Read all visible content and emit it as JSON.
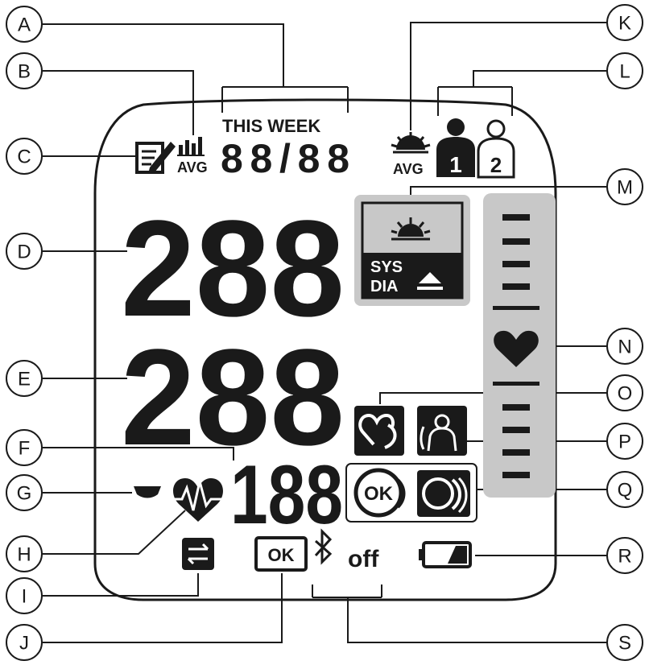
{
  "callouts": {
    "a": "A",
    "b": "B",
    "c": "C",
    "d": "D",
    "e": "E",
    "f": "F",
    "g": "G",
    "h": "H",
    "i": "I",
    "j": "J",
    "k": "K",
    "l": "L",
    "m": "M",
    "n": "N",
    "o": "O",
    "p": "P",
    "q": "Q",
    "r": "R",
    "s": "S"
  },
  "display": {
    "this_week": "THIS WEEK",
    "avg_left": "AVG",
    "avg_right": "AVG",
    "week_digits": "88/88",
    "user_1": "1",
    "user_2": "2",
    "sys": "SYS",
    "dia": "DIA",
    "ok_badge": "OK",
    "ok_circle": "OK",
    "bluetooth_off": "off",
    "systolic_digits": "288",
    "diastolic_digits": "288",
    "pulse_digits": "188"
  },
  "icons": {
    "memo": "memo-pencil-icon",
    "bar_avg": "bar-chart-avg-icon",
    "morning": "sunrise-icon",
    "user1": "user-1-icon",
    "user2": "user-2-icon",
    "heart": "heart-icon",
    "irregular": "irregular-heartbeat-icon",
    "body": "body-movement-icon",
    "ok_cuff": "cuff-ok-icon",
    "cuff_loose": "cuff-loose-icon",
    "battery": "battery-low-icon",
    "transfer": "transfer-icon",
    "bluetooth": "bluetooth-icon",
    "pulse": "pulse-heart-icon",
    "pulse_bar": "pulse-bar-icon"
  },
  "colors": {
    "ink": "#1a1a1a",
    "panel_gray": "#c8c8c8",
    "white": "#ffffff"
  }
}
